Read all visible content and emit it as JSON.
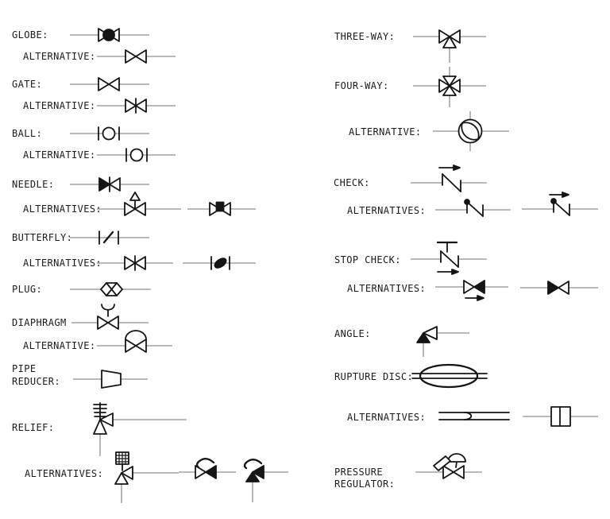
{
  "figure": {
    "type": "piping-valve-symbol-legend"
  },
  "colors": {
    "background": "#ffffff",
    "symbol": "#151515",
    "pipe_line": "#8f8f8f",
    "text": "#1b1b1b"
  },
  "labels": {
    "globe": "GLOBE:",
    "globe_alt": "ALTERNATIVE:",
    "gate": "GATE:",
    "gate_alt": "ALTERNATIVE:",
    "ball": "BALL:",
    "ball_alt": "ALTERNATIVE:",
    "needle": "NEEDLE:",
    "needle_alts": "ALTERNATIVES:",
    "butterfly": "BUTTERFLY:",
    "butterfly_alts": "ALTERNATIVES:",
    "plug": "PLUG:",
    "diaphragm": "DIAPHRAGM",
    "diaphragm_alt": "ALTERNATIVE:",
    "pipe_reducer_1": "PIPE",
    "pipe_reducer_2": "REDUCER:",
    "relief": "RELIEF:",
    "relief_alts": "ALTERNATIVES:",
    "three_way": "THREE-WAY:",
    "four_way": "FOUR-WAY:",
    "four_way_alt": "ALTERNATIVE:",
    "check": "CHECK:",
    "check_alts": "ALTERNATIVES:",
    "stop_check": "STOP CHECK:",
    "stop_check_alts": "ALTERNATIVES:",
    "angle": "ANGLE:",
    "rupture_disc": "RUPTURE DISC:",
    "rupture_disc_alts": "ALTERNATIVES:",
    "pressure_regulator_1": "PRESSURE",
    "pressure_regulator_2": "REGULATOR:"
  },
  "symbol_names": [
    "globe-valve",
    "globe-valve-alt",
    "gate-valve",
    "gate-valve-alt",
    "ball-valve",
    "ball-valve-alt",
    "needle-valve",
    "needle-valve-alt-1",
    "needle-valve-alt-2",
    "butterfly-valve",
    "butterfly-valve-alt-1",
    "butterfly-valve-alt-2",
    "plug-valve",
    "diaphragm-valve",
    "diaphragm-valve-alt",
    "pipe-reducer",
    "relief-valve",
    "relief-valve-alt-1",
    "relief-valve-alt-2",
    "relief-valve-alt-3",
    "three-way-valve",
    "four-way-valve",
    "four-way-valve-alt",
    "check-valve",
    "check-valve-alt-1",
    "check-valve-alt-2",
    "stop-check-valve",
    "stop-check-valve-alt-1",
    "stop-check-valve-alt-2",
    "angle-valve",
    "rupture-disc",
    "rupture-disc-alt-1",
    "rupture-disc-alt-2",
    "pressure-regulator"
  ]
}
